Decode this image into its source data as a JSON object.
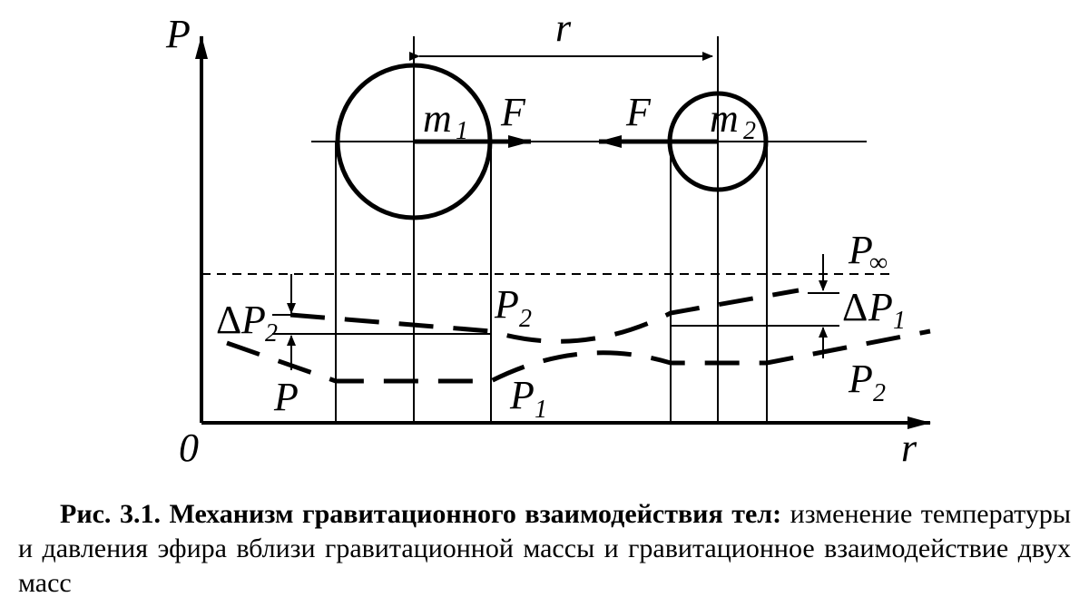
{
  "labels": {
    "y_axis": "P",
    "origin": "0",
    "x_axis": "r",
    "distance": "r",
    "mass1_main": "m",
    "mass1_sub": "1",
    "mass2_main": "m",
    "mass2_sub": "2",
    "force_left": "F",
    "force_right": "F",
    "p_inf_main": "P",
    "p_inf_sub": "∞",
    "delta_p2_delta": "Δ",
    "delta_p2_main": "P",
    "delta_p2_sub": "2",
    "delta_p1_delta": "Δ",
    "delta_p1_main": "P",
    "delta_p1_sub": "1",
    "p2_mid_main": "P",
    "p2_mid_sub": "2",
    "p1_mid_main": "P",
    "p1_mid_sub": "1",
    "p_left": "P",
    "p2_right_main": "P",
    "p2_right_sub": "2"
  },
  "caption": {
    "bold": "Рис. 3.1. Механизм гравитационного взаимодействия тел:",
    "text": " изменение температуры и давления эфира вблизи гравитационной массы  и гравитационное взаимодействие двух масс"
  },
  "colors": {
    "ink": "#000000",
    "background": "#ffffff"
  }
}
